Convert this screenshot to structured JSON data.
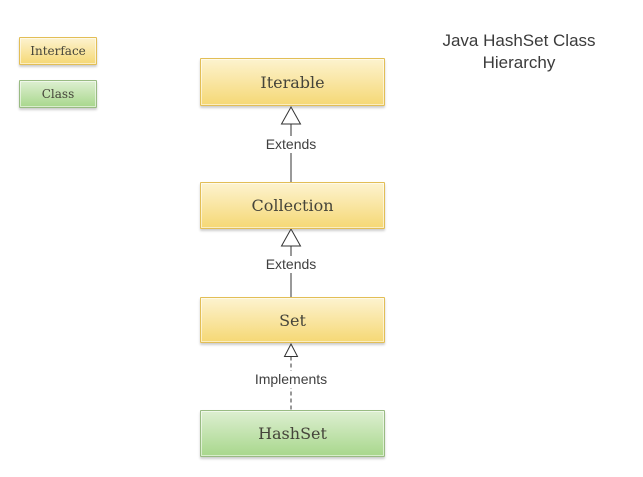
{
  "title": {
    "text": "Java HashSet Class Hierarchy"
  },
  "legend": {
    "items": [
      {
        "label": "Interface",
        "kind": "interface"
      },
      {
        "label": "Class",
        "kind": "class"
      }
    ]
  },
  "diagram": {
    "nodes": [
      {
        "label": "Iterable",
        "kind": "interface"
      },
      {
        "label": "Collection",
        "kind": "interface"
      },
      {
        "label": "Set",
        "kind": "interface"
      },
      {
        "label": "HashSet",
        "kind": "class"
      }
    ],
    "connectors": [
      {
        "from": "HashSet",
        "to": "Set",
        "label": "Implements",
        "style": "dashed"
      },
      {
        "from": "Set",
        "to": "Collection",
        "label": "Extends",
        "style": "solid"
      },
      {
        "from": "Collection",
        "to": "Iterable",
        "label": "Extends",
        "style": "solid"
      }
    ]
  },
  "colors": {
    "interface_fill_top": "#FDF3CF",
    "interface_fill_bottom": "#F5D875",
    "interface_border": "#E2BE56",
    "class_fill_top": "#DDEFD1",
    "class_fill_bottom": "#A8D78C",
    "class_border": "#99BB83",
    "line": "#333333",
    "node_text": "#45443A",
    "label_text": "#3F3F3F",
    "title_text": "#3B3B3B",
    "canvas_bg": "#FFFFFF"
  }
}
